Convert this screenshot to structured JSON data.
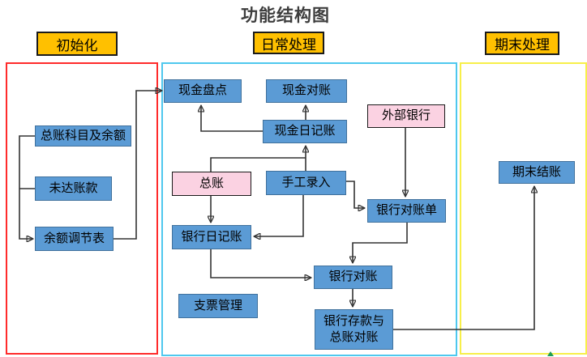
{
  "title": "功能结构图",
  "sections": {
    "init": {
      "label": "初始化",
      "border_color": "#ff2b2b"
    },
    "daily": {
      "label": "日常处理",
      "border_color": "#4fc8ee"
    },
    "period_end": {
      "label": "期末处理",
      "border_color": "#f7ef4a"
    }
  },
  "nodes": {
    "gl_accounts_and_balances": {
      "label": "总账科目及余额"
    },
    "outstanding_items": {
      "label": "未达账款"
    },
    "balance_adjustment_table": {
      "label": "余额调节表"
    },
    "cash_count": {
      "label": "现金盘点"
    },
    "cash_reconciliation": {
      "label": "现金对账"
    },
    "cash_journal": {
      "label": "现金日记账"
    },
    "external_bank": {
      "label": "外部银行"
    },
    "general_ledger": {
      "label": "总账"
    },
    "manual_entry": {
      "label": "手工录入"
    },
    "bank_statement": {
      "label": "银行对账单"
    },
    "bank_journal": {
      "label": "银行日记账"
    },
    "check_management": {
      "label": "支票管理"
    },
    "bank_reconciliation": {
      "label": "银行对账"
    },
    "bank_deposit_gl_reconciliation": {
      "line1": "银行存款与",
      "line2": "总账对账"
    },
    "period_end_closing": {
      "label": "期末结账"
    }
  },
  "edges": [
    {
      "from": "gl_accounts_and_balances",
      "to": "balance_adjustment_table"
    },
    {
      "from": "outstanding_items",
      "to": "balance_adjustment_table"
    },
    {
      "from": "balance_adjustment_table",
      "to": "cash_count"
    },
    {
      "from": "cash_journal",
      "to": "cash_count"
    },
    {
      "from": "cash_journal",
      "to": "cash_reconciliation"
    },
    {
      "from": "manual_entry",
      "to": "cash_journal"
    },
    {
      "from": "general_ledger",
      "to": "cash_journal"
    },
    {
      "from": "general_ledger",
      "to": "bank_journal"
    },
    {
      "from": "manual_entry",
      "to": "bank_journal"
    },
    {
      "from": "manual_entry",
      "to": "bank_statement"
    },
    {
      "from": "external_bank",
      "to": "bank_statement"
    },
    {
      "from": "bank_statement",
      "to": "bank_reconciliation"
    },
    {
      "from": "bank_journal",
      "to": "bank_reconciliation"
    },
    {
      "from": "bank_reconciliation",
      "to": "bank_deposit_gl_reconciliation"
    },
    {
      "from": "bank_deposit_gl_reconciliation",
      "to": "period_end_closing"
    }
  ],
  "colors": {
    "title_text": "#3d3d3d",
    "header_fill": "#ffc000",
    "header_border": "#1a1a1a",
    "node_fill": "#5b9bd5",
    "node_border": "#41719c",
    "highlight_node_fill": "#fbd2e2",
    "section_init_border": "#ff2b2b",
    "section_daily_border": "#4fc8ee",
    "section_period_end_border": "#f7ef4a",
    "connector": "#333333",
    "corner_marker": "#1f9d55"
  }
}
